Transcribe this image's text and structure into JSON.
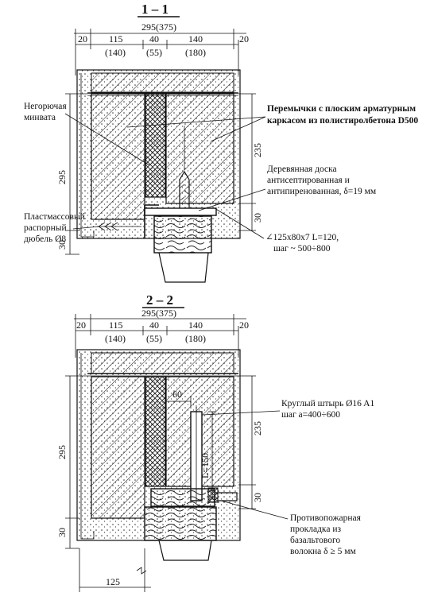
{
  "section_1": {
    "title": "1 – 1",
    "overall_width": "295(375)",
    "dim_left": "20",
    "dim_right": "20",
    "dim_115": "115",
    "dim_140_alt": "(140)",
    "dim_40": "40",
    "dim_55": "(55)",
    "dim_140": "140",
    "dim_180": "(180)",
    "height_295": "295",
    "height_235": "235",
    "height_30_right": "30",
    "height_30_left": "30",
    "label_minvata": [
      "Негорючая",
      "минвата"
    ],
    "label_lintels": [
      "Перемычки с плоским арматурным",
      "каркасом из полистиролбетона D500"
    ],
    "label_board": [
      "Деревянная доска",
      "антисептированная и",
      "антипиренованная, δ=19 мм"
    ],
    "label_dowel": [
      "Пластмассовый",
      "распорный",
      "дюбель Ø8"
    ],
    "label_angle": [
      "∠125x80x7  L=120,",
      "шаг ~ 500÷800"
    ]
  },
  "section_2": {
    "title": "2 – 2",
    "overall_width": "295(375)",
    "dim_left": "20",
    "dim_right": "20",
    "dim_115": "115",
    "dim_140_alt": "(140)",
    "dim_40": "40",
    "dim_55": "(55)",
    "dim_140": "140",
    "dim_180": "(180)",
    "dim_60": "60",
    "height_295": "295",
    "height_235": "235",
    "height_30_right": "30",
    "height_30_left": "30",
    "dim_L150": "L=150",
    "dim_125": "125",
    "label_pin": [
      "Круглый штырь Ø16 A1",
      "шаг а=400÷600"
    ],
    "label_gasket": [
      "Противопожарная",
      "прокладка из",
      "базальтового",
      "волокна δ ≥ 5 мм"
    ]
  }
}
